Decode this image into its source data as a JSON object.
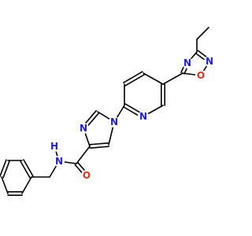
{
  "molecule": {
    "colors": {
      "bond": "#000000",
      "nitrogen": "#1f1fd6",
      "oxygen": "#e0301e",
      "background": "#ffffff"
    },
    "labels": {
      "n_oxadiazole_top": "N",
      "n_oxadiazole_bottom": "N",
      "o_oxadiazole": "O",
      "n_pyridine": "N",
      "n_imidazole_top": "N",
      "n_imidazole_link": "N",
      "o_carbonyl": "O",
      "nh_amide": "N",
      "h_amide": "H"
    }
  }
}
